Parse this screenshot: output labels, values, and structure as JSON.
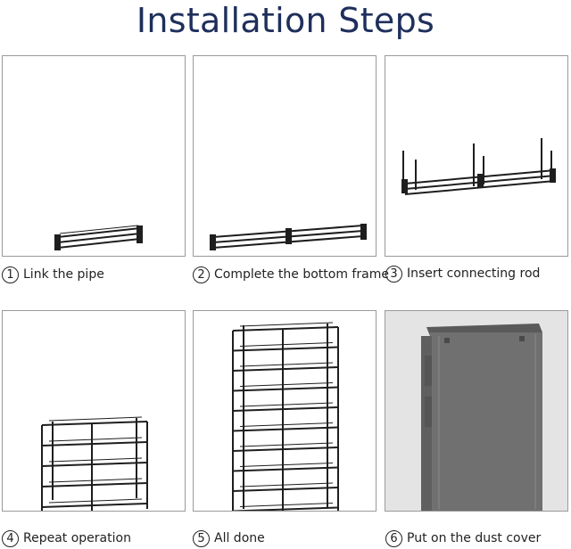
{
  "title": "Installation Steps",
  "steps": [
    {
      "number": "1",
      "label": "Link the pipe"
    },
    {
      "number": "2",
      "label": "Complete the bottom frame"
    },
    {
      "number": "3",
      "label": "Insert connecting rod"
    },
    {
      "number": "4",
      "label": "Repeat operation"
    },
    {
      "number": "5",
      "label": "All done"
    },
    {
      "number": "6",
      "label": "Put on the dust cover"
    }
  ],
  "colors": {
    "title": "#1f2f5c",
    "rack": "#1e1e1e",
    "cover": "#6f6f6f"
  }
}
